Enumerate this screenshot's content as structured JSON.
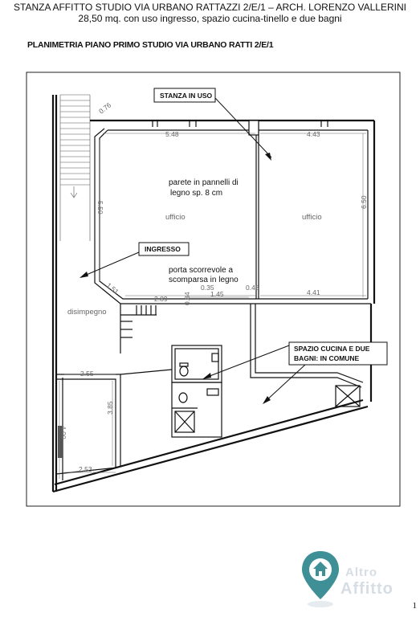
{
  "header": {
    "line1": "STANZA AFFITTO STUDIO VIA URBANO RATTAZZI 2/E/1 – ARCH. LORENZO VALLERINI",
    "line2": "28,50 mq. con uso ingresso, spazio cucina-tinello e due bagni"
  },
  "plan_title": "PLANIMETRIA PIANO PRIMO STUDIO VIA URBANO RATTI 2/E/1",
  "callouts": {
    "stanza": "STANZA IN USO",
    "ingresso": "INGRESSO",
    "cucina_l1": "SPAZIO CUCINA E  DUE",
    "cucina_l2": "BAGNI: IN COMUNE"
  },
  "notes": {
    "parete_l1": "parete in pannelli di",
    "parete_l2": "legno sp. 8 cm",
    "porta_l1": "porta scorrevole a",
    "porta_l2": "scomparsa in legno"
  },
  "rooms": {
    "ufficio_left": "ufficio",
    "ufficio_right": "ufficio",
    "disimpegno": "disimpegno"
  },
  "dims": {
    "d076": "0.76",
    "d548": "5.48",
    "d443": "4.43",
    "d550": "5.50",
    "d650": "6.50",
    "d151": "1.51",
    "d289": "2.89",
    "d035": "0.35",
    "d145": "1.45",
    "d048": "0.48",
    "d441": "4.41",
    "d084": "0.84",
    "d255": "2.55",
    "d385": "3.85",
    "d400": "4.00",
    "d253": "2.53"
  },
  "page_number": "1",
  "logo": {
    "word1": "Altro",
    "word2": "Affitto",
    "color": "#3f8f97"
  }
}
